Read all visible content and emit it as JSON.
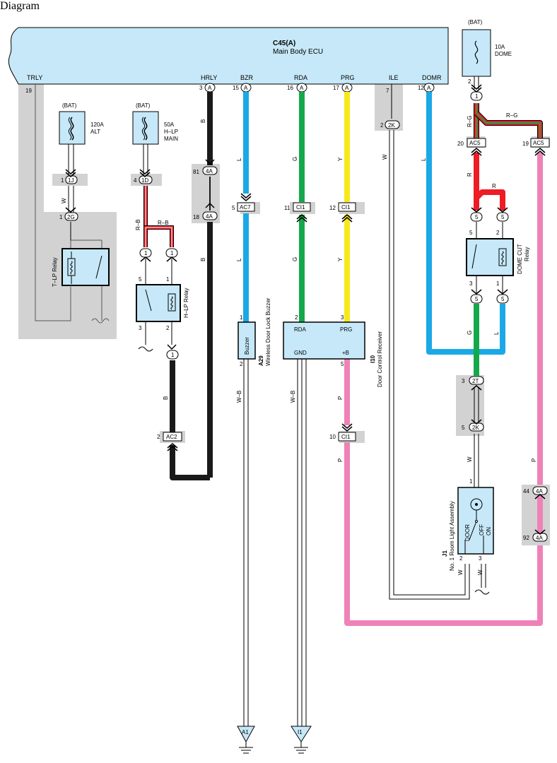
{
  "ecu": {
    "id": "C45(A)",
    "name": "Main Body ECU"
  },
  "pins": {
    "trly": "TRLY",
    "trly_num": "19",
    "hrly": "HRLY",
    "hrly_num": "3",
    "bzr": "BZR",
    "bzr_num": "15",
    "rda": "RDA",
    "rda_num": "16",
    "prg": "PRG",
    "prg_num": "17",
    "ile": "ILE",
    "ile_num": "7",
    "domr": "DOMR",
    "domr_num": "12",
    "conn_a": "A"
  },
  "fuses": {
    "bat": "(BAT)",
    "alt_amp": "120A",
    "alt_name": "ALT",
    "hlp_amp": "50A",
    "hlp_name1": "H–LP",
    "hlp_name2": "MAIN",
    "dome_amp": "10A",
    "dome_name": "DOME"
  },
  "connectors": {
    "c1j": "1J",
    "c2g": "2G",
    "c1d": "1D",
    "c4a": "4A",
    "cac7": "AC7",
    "cci1": "CI1",
    "c2k": "2K",
    "c2t": "2T",
    "cac5": "AC5",
    "cac2": "AC2",
    "c1": "1",
    "c5": "5"
  },
  "pin_nums": {
    "p1": "1",
    "p2": "2",
    "p3": "3",
    "p4": "4",
    "p5": "5",
    "p7": "7",
    "p10": "10",
    "p11": "11",
    "p12": "12",
    "p18": "18",
    "p19": "19",
    "p20": "20",
    "p44": "44",
    "p81": "81",
    "p92": "92"
  },
  "wires": {
    "w": "W",
    "b": "B",
    "l": "L",
    "g": "G",
    "y": "Y",
    "p": "P",
    "r": "R",
    "rb": "R–B",
    "rg": "R–G",
    "wb": "W–B"
  },
  "relays": {
    "tlp": "T–LP Relay",
    "hlp": "H–LP Relay",
    "domecut1": "DOME CUT",
    "domecut2": "Relay"
  },
  "components": {
    "buzzer": "Buzzer",
    "a29_id": "A29",
    "a29_name": "Wireless Door Lock Buzzer",
    "i10_rda": "RDA",
    "i10_prg": "PRG",
    "i10_gnd": "GND",
    "i10_b": "+B",
    "i10_id": "I10",
    "i10_name": "Door Control Receiver",
    "j1_id": "J1",
    "j1_name": "No. 1 Room Light Assembly",
    "j1_door": "DOOR",
    "j1_off": "OFF",
    "j1_on": "ON"
  },
  "grounds": {
    "a1": "A1",
    "i1": "I1"
  },
  "colors": {
    "blue": "#1aa9e6",
    "green": "#15a84a",
    "yellow": "#f7e81c",
    "pink": "#ee82b8",
    "red": "#ee1c25",
    "black": "#1a1a1a",
    "ecu_fill": "#c6e8f8",
    "gray": "#d2d2d2"
  }
}
